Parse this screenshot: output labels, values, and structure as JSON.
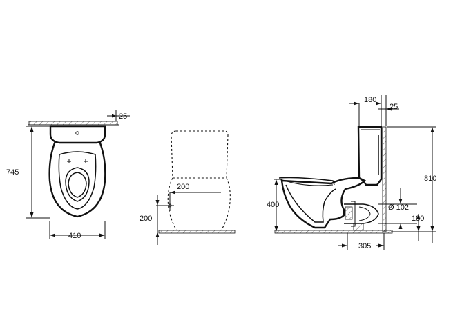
{
  "front_view": {
    "height_label": "745",
    "width_label": "410",
    "wall_offset_label": "25"
  },
  "outline_view": {
    "drain_offset_label": "200",
    "drain_height_label": "200"
  },
  "side_view": {
    "tank_depth_label": "180",
    "wall_gap_label": "25",
    "total_height_label": "810",
    "seat_height_label": "400",
    "pipe_diameter_label": "Ø 102",
    "pipe_height_label": "180",
    "outlet_distance_label": "305"
  },
  "colors": {
    "line": "#111111",
    "background": "#ffffff"
  }
}
